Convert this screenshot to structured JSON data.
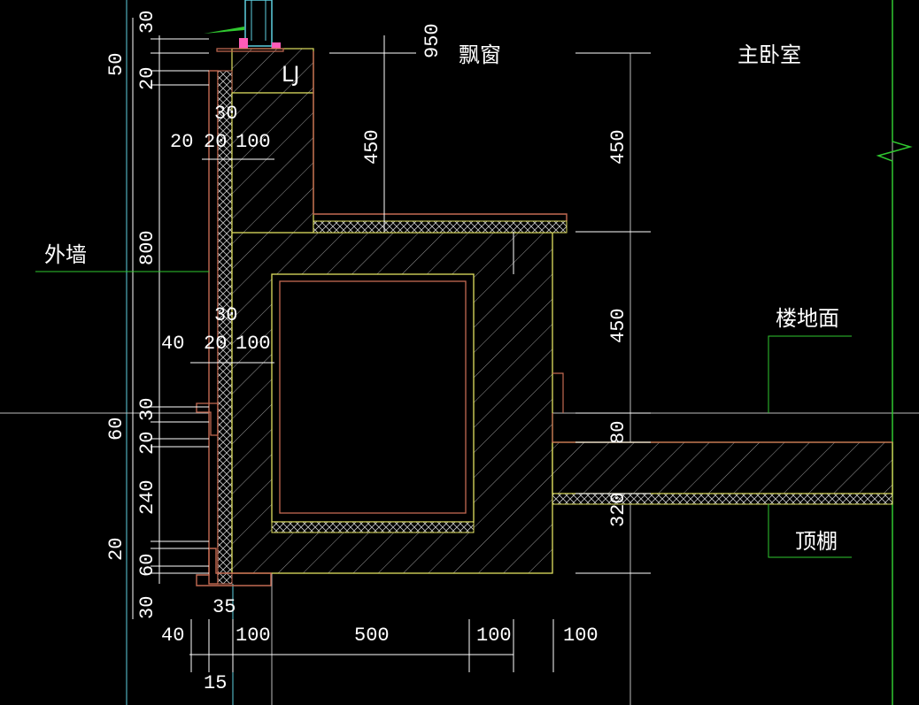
{
  "labels": {
    "bay_window": "飘窗",
    "master_bedroom": "主卧室",
    "exterior_wall": "外墙",
    "floor_surface": "楼地面",
    "ceiling": "顶棚",
    "window_tag": "LJ"
  },
  "dimensions": {
    "left_outer": {
      "d50": "50",
      "d60": "60",
      "d20": "20",
      "d30": "30",
      "d800": "800"
    },
    "left_inner": {
      "d30a": "30",
      "d20a": "20",
      "d20b": "20",
      "d240": "240",
      "d30b": "30",
      "d60": "60",
      "d30c": "30"
    },
    "upper_horizontal": {
      "d20": "20",
      "d20b": "20",
      "d100": "100",
      "d30": "30"
    },
    "middle_horizontal": {
      "d40": "40",
      "d20": "20",
      "d100": "100",
      "d30": "30"
    },
    "center_vertical": {
      "d950": "950",
      "d450": "450"
    },
    "right_vertical": {
      "d450a": "450",
      "d450b": "450",
      "d80": "80",
      "d320": "320"
    },
    "bottom": {
      "d35": "35",
      "d40": "40",
      "d100a": "100",
      "d500": "500",
      "d100b": "100",
      "d100c": "100",
      "d15": "15"
    }
  },
  "colors": {
    "background": "#000000",
    "wall_line": "#c46a52",
    "concrete_outline": "#e0e060",
    "hatch": "#cfcfcf",
    "dimension_line": "#ffffff",
    "leader_green": "#30c830",
    "frame_cyan": "#5ed0e0",
    "marker_magenta": "#ff5cb8"
  }
}
